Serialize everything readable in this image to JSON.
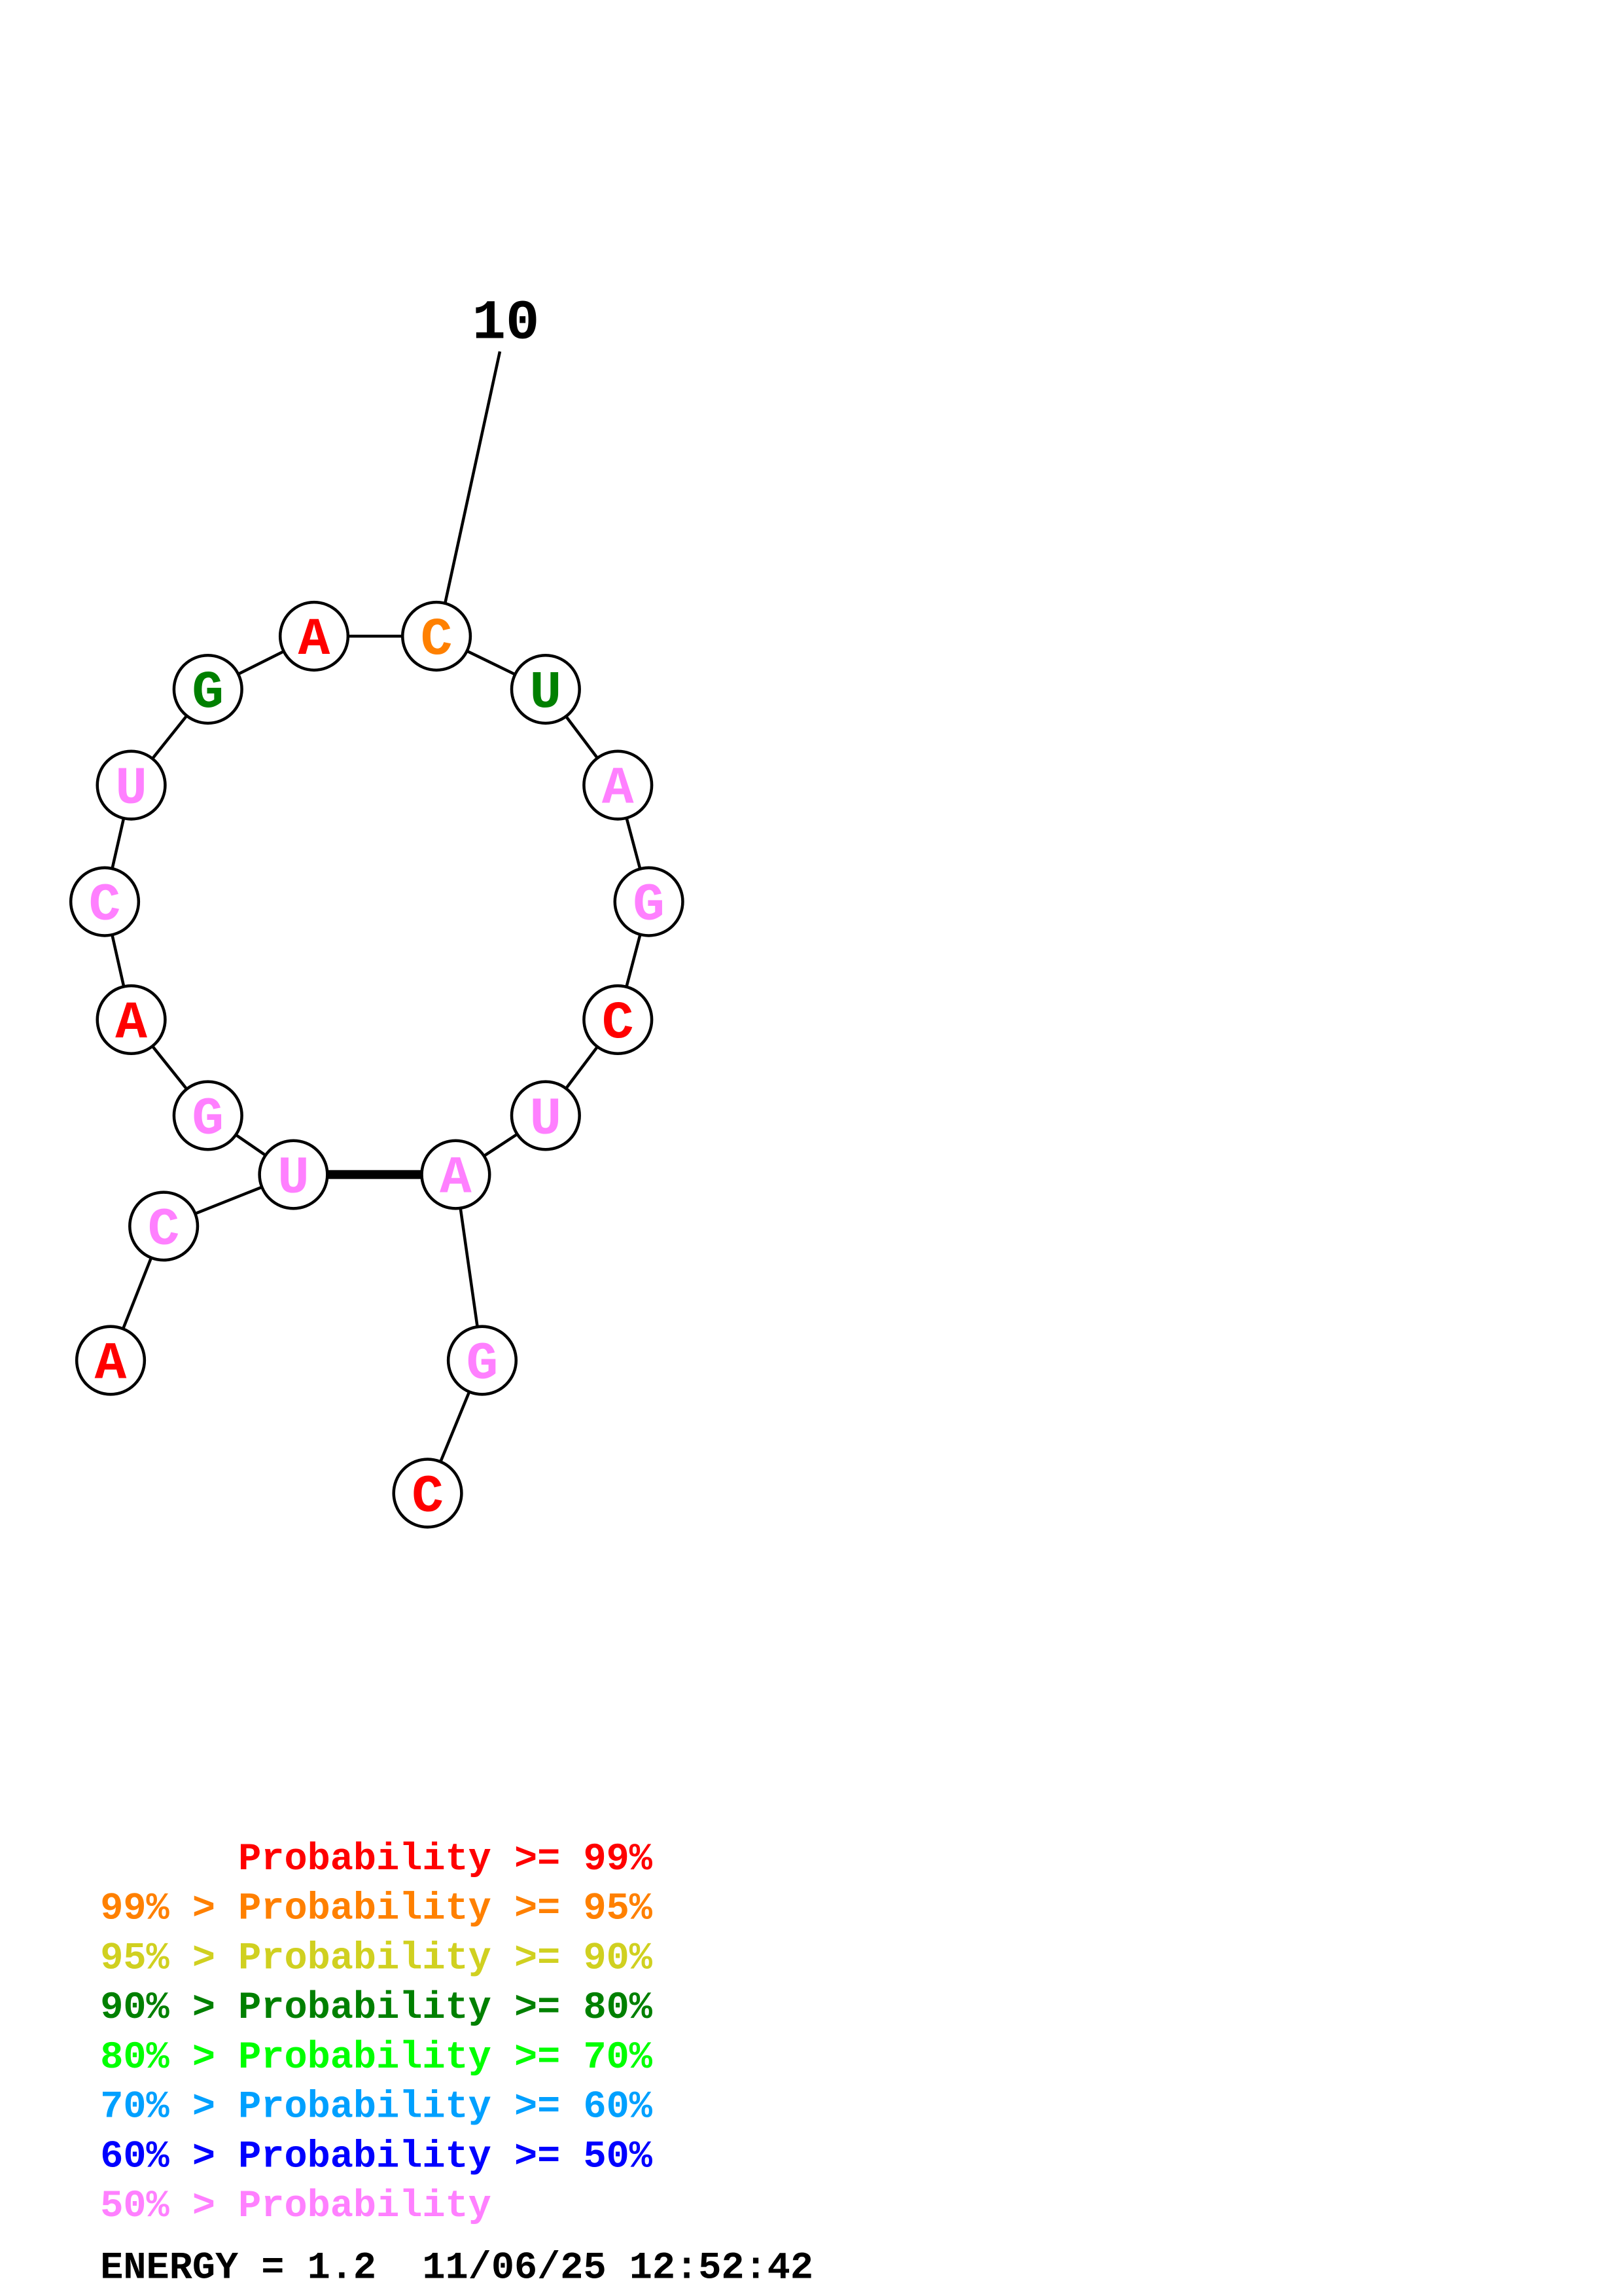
{
  "structure": {
    "position_label": "10",
    "nucleotides": [
      {
        "base": "A",
        "color": "#ff0000"
      },
      {
        "base": "C",
        "color": "#ff80ff"
      },
      {
        "base": "U",
        "color": "#ff80ff"
      },
      {
        "base": "G",
        "color": "#ff80ff"
      },
      {
        "base": "A",
        "color": "#ff0000"
      },
      {
        "base": "C",
        "color": "#ff80ff"
      },
      {
        "base": "U",
        "color": "#ff80ff"
      },
      {
        "base": "G",
        "color": "#008000"
      },
      {
        "base": "A",
        "color": "#ff0000"
      },
      {
        "base": "C",
        "color": "#ff8000"
      },
      {
        "base": "U",
        "color": "#008000"
      },
      {
        "base": "A",
        "color": "#ff80ff"
      },
      {
        "base": "G",
        "color": "#ff80ff"
      },
      {
        "base": "C",
        "color": "#ff0000"
      },
      {
        "base": "U",
        "color": "#ff80ff"
      },
      {
        "base": "A",
        "color": "#ff80ff"
      },
      {
        "base": "G",
        "color": "#ff80ff"
      },
      {
        "base": "C",
        "color": "#ff0000"
      }
    ],
    "pairs": [
      [
        3,
        16
      ]
    ]
  },
  "legend": [
    {
      "text": "      Probability >= 99%",
      "color": "#ff0000"
    },
    {
      "text": "99% > Probability >= 95%",
      "color": "#ff8000"
    },
    {
      "text": "95% > Probability >= 90%",
      "color": "#d0d020"
    },
    {
      "text": "90% > Probability >= 80%",
      "color": "#008000"
    },
    {
      "text": "80% > Probability >= 70%",
      "color": "#00ff00"
    },
    {
      "text": "70% > Probability >= 60%",
      "color": "#00a0ff"
    },
    {
      "text": "60% > Probability >= 50%",
      "color": "#0000ff"
    },
    {
      "text": "50% > Probability",
      "color": "#ff80ff"
    }
  ],
  "footer": "ENERGY = 1.2  11/06/25 12:52:42"
}
